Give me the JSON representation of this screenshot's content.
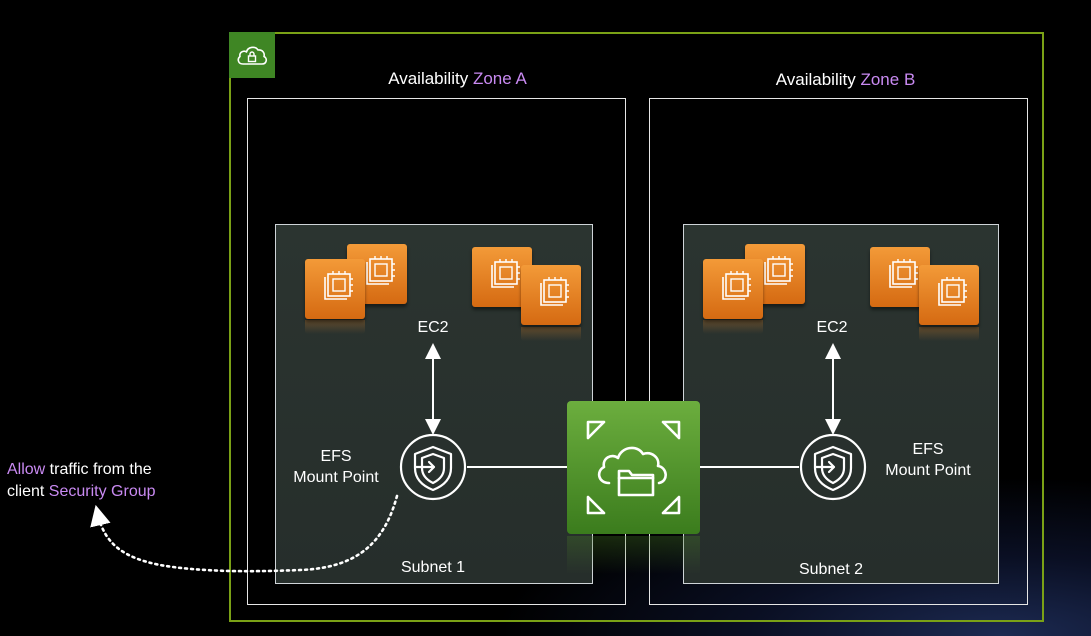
{
  "diagram": {
    "zone_a": {
      "prefix": "Availability",
      "accent": "Zone A"
    },
    "zone_b": {
      "prefix": "Availability",
      "accent": "Zone B"
    },
    "ec2_label_a": "EC2",
    "ec2_label_b": "EC2",
    "mount_a": {
      "line1": "EFS",
      "line2": "Mount Point"
    },
    "mount_b": {
      "line1": "EFS",
      "line2": "Mount Point"
    },
    "subnet_a": "Subnet 1",
    "subnet_b": "Subnet 2",
    "note": {
      "allow": "Allow",
      "middle": " traffic from the",
      "line2_prefix": "client ",
      "security_group": "Security Group"
    }
  },
  "colors": {
    "background": "#000000",
    "vpc_border": "#7aa116",
    "accent_text": "#c98af2",
    "ec2_orange": "#e8801f",
    "efs_green": "#4d9a2a"
  },
  "icons": {
    "vpc": "cloud-lock-icon",
    "ec2": "ec2-instance-chip-icon",
    "efs": "efs-file-system-icon",
    "mount_point": "efs-mount-target-shield-icon"
  }
}
